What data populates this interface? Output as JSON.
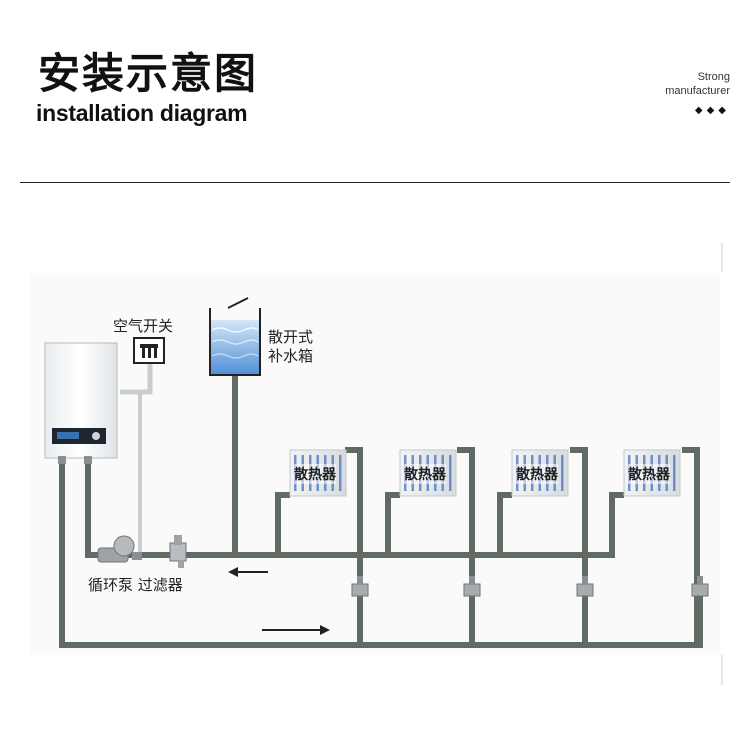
{
  "header": {
    "title_cn": "安装示意图",
    "title_en": "installation diagram",
    "brand_line1": "Strong",
    "brand_line2": "manufacturer",
    "brand_dots": "◆◆◆"
  },
  "diagram": {
    "air_switch_label": "空气开关",
    "tank_label_line1": "散开式",
    "tank_label_line2": "补水箱",
    "radiator_label": "散热器",
    "pump_filter_label": "循环泵 过滤器",
    "radiator_count": 4,
    "colors": {
      "pipe": "#5f6b63",
      "pipe_light": "#c9cdd0",
      "tank_water": "#4f8fd6",
      "radiator_stripe": "#3f74c4",
      "valve": "#8a8f92"
    }
  }
}
